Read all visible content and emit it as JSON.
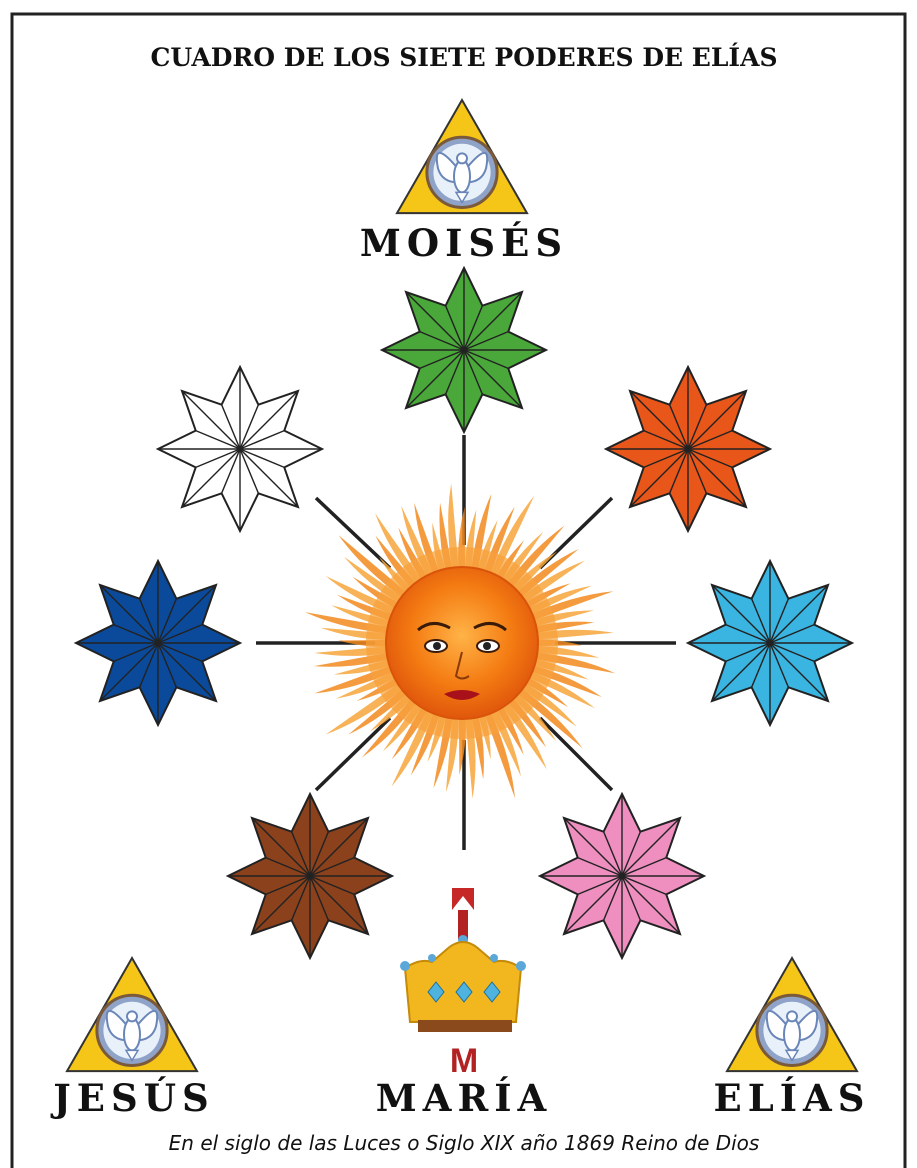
{
  "title": "CUADRO DE LOS SIETE PODERES DE ELÍAS",
  "names": {
    "top": "MOISÉS",
    "left": "JESÚS",
    "center": "MARÍA",
    "right": "ELÍAS"
  },
  "crown_mark": "M",
  "footer": "En el siglo de las Luces o Siglo XIX año 1869 Reino de Dios",
  "colors": {
    "triangle": "#f5c518",
    "star_green": "#4aa83a",
    "star_orange": "#e8561a",
    "star_lightblue": "#3ab4e0",
    "star_pink": "#ee8fc0",
    "star_brown": "#8b421c",
    "star_darkblue": "#0b4a9a",
    "star_white": "#ffffff",
    "sun": "#f48b1c",
    "crown": "#f2b71f",
    "crown_mark": "#b22222"
  },
  "icons": [
    "dove-icon",
    "sun-face-icon",
    "crown-icon",
    "eight-pointed-star-icon"
  ]
}
